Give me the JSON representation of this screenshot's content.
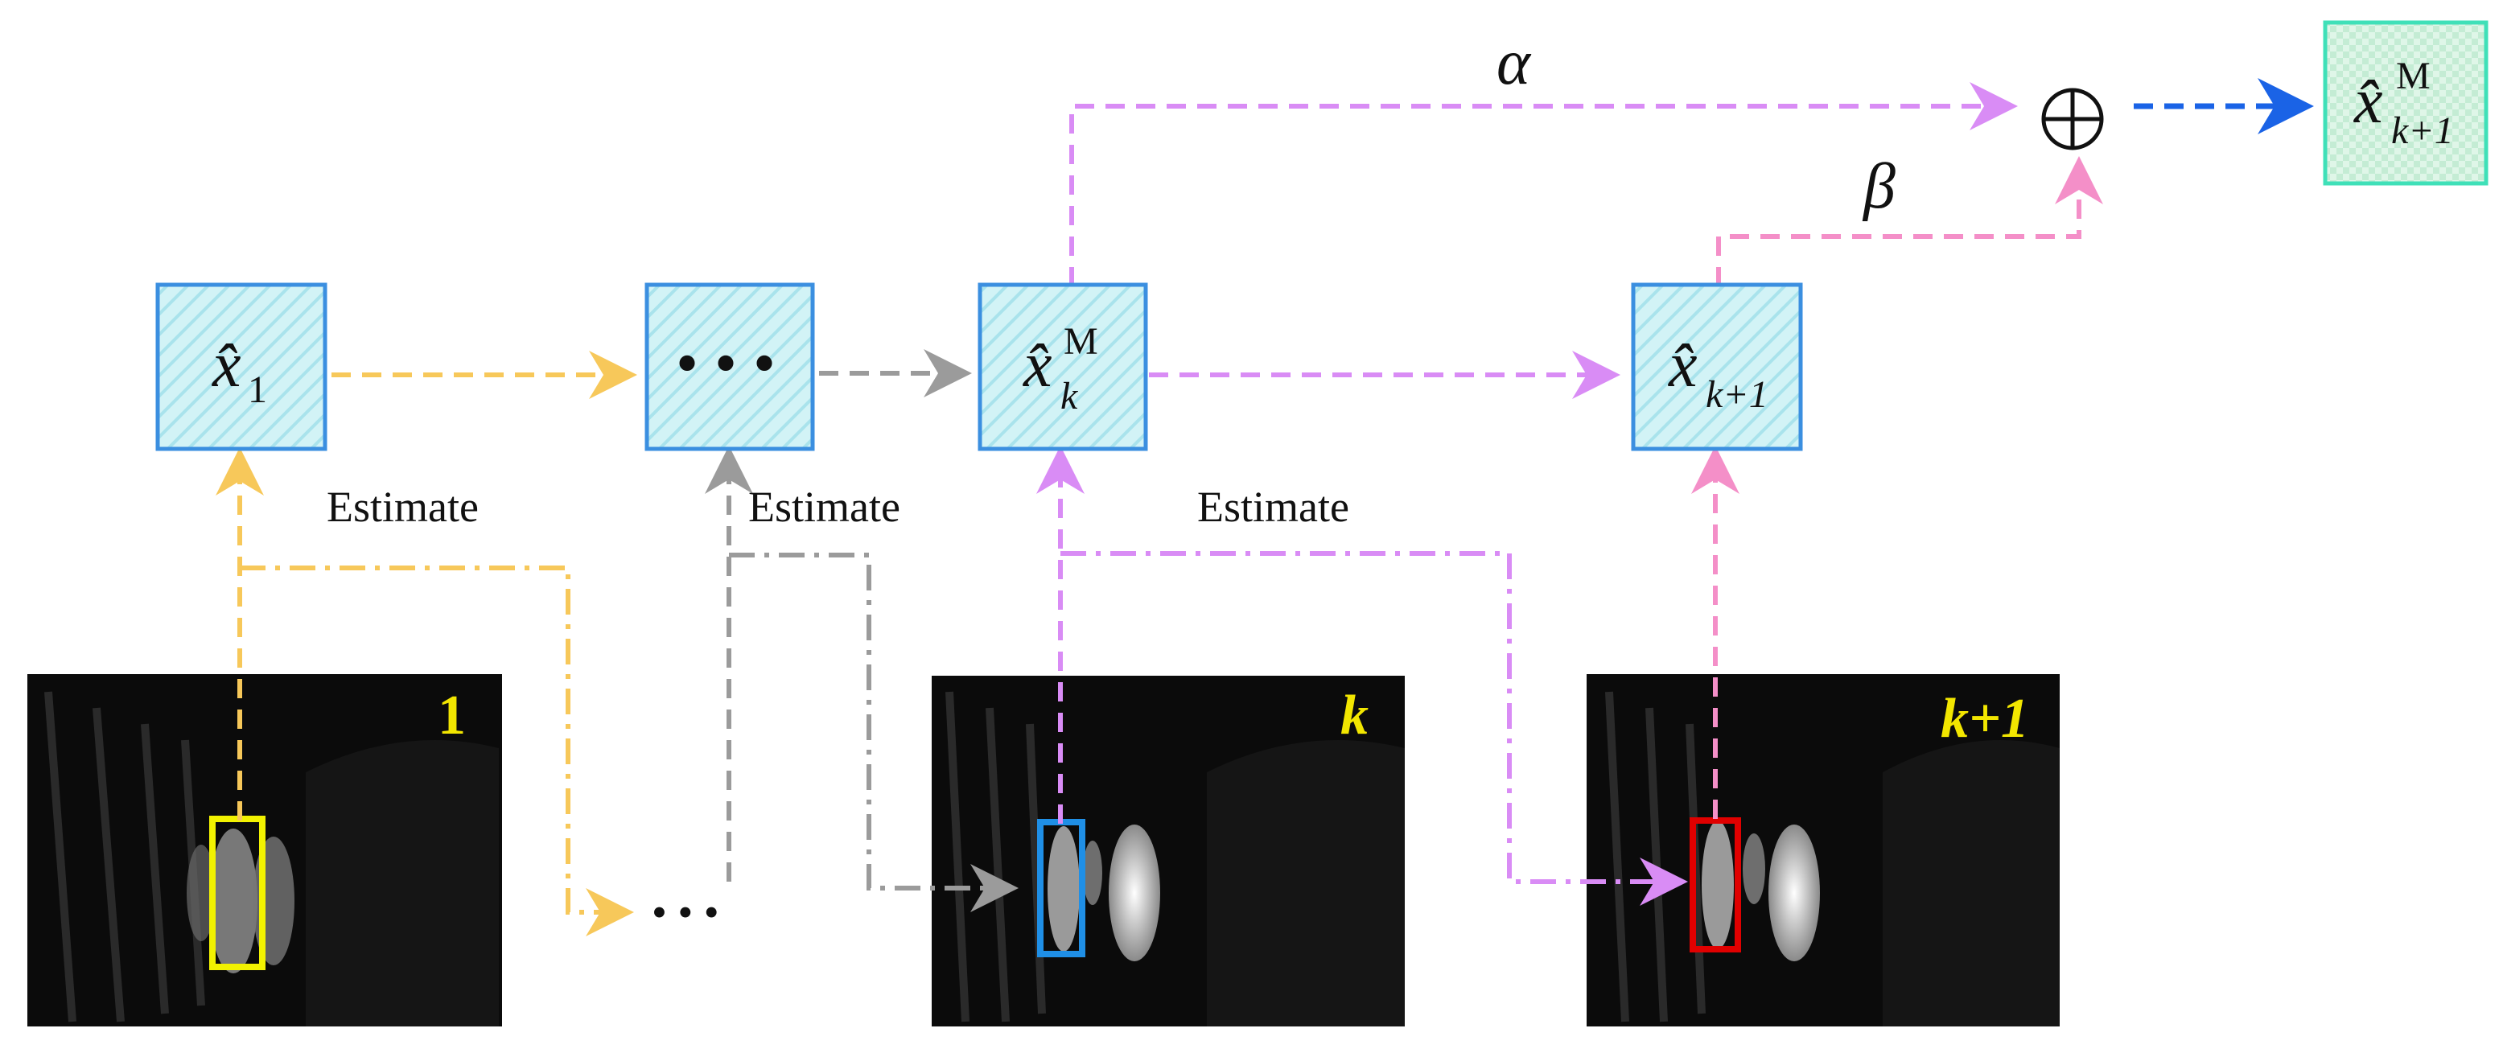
{
  "boxes": {
    "x1": {
      "sub": "1"
    },
    "dots": {
      "text": "• • •"
    },
    "xk": {
      "sub": "k",
      "sup": "M"
    },
    "xk1": {
      "sub": "k+1"
    },
    "xk1M": {
      "sub": "k+1",
      "sup": "M"
    }
  },
  "labels": {
    "estimate_1": "Estimate",
    "estimate_2": "Estimate",
    "estimate_3": "Estimate",
    "alpha": "α",
    "beta": "β",
    "oplus": "⊕",
    "mid_dots": "•   •   •"
  },
  "frames": [
    {
      "label": "1"
    },
    {
      "label": "k"
    },
    {
      "label": "k+1"
    }
  ],
  "colors": {
    "yellow_path": "#f7c85a",
    "gray_path": "#9b9b9b",
    "purple_path": "#d98cf5",
    "pink_path": "#f48fc8",
    "blue_arrow": "#1a63e6",
    "box_border": "#3b8fe0",
    "box_fill": "#c8f0f4",
    "final_border": "#3fe0b8",
    "final_fill": "#d6f4e2",
    "bbox_yellow": "#f2f200",
    "bbox_blue": "#1f8fe6",
    "bbox_red": "#e00000"
  }
}
